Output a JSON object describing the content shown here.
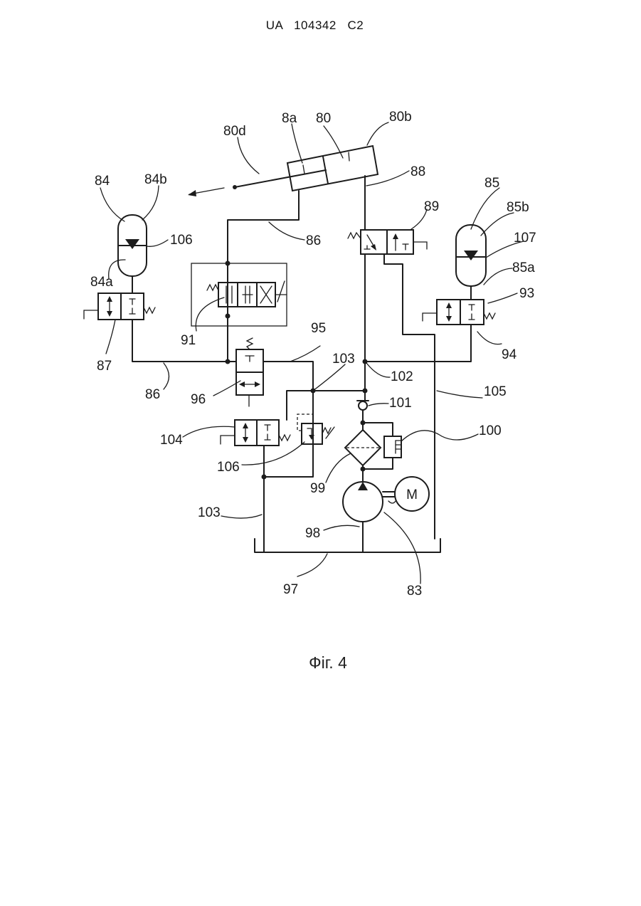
{
  "header": {
    "text": "UA   104342   C2"
  },
  "caption": {
    "text": "Фіг. 4"
  },
  "labels": {
    "l80d": "80d",
    "l8a": "8a",
    "l80": "80",
    "l80b": "80b",
    "l84": "84",
    "l84b": "84b",
    "l106a": "106",
    "l84a": "84a",
    "l87": "87",
    "l86a": "86",
    "l86b": "86",
    "l88": "88",
    "l89": "89",
    "l85": "85",
    "l85b": "85b",
    "l107": "107",
    "l85a": "85a",
    "l93": "93",
    "l94": "94",
    "l91": "91",
    "l95": "95",
    "l103a": "103",
    "l102": "102",
    "l96": "96",
    "l105": "105",
    "l101": "101",
    "l104": "104",
    "l100": "100",
    "l106b": "106",
    "l99": "99",
    "l103b": "103",
    "l98": "98",
    "l97": "97",
    "l83": "83",
    "motor": "M"
  }
}
